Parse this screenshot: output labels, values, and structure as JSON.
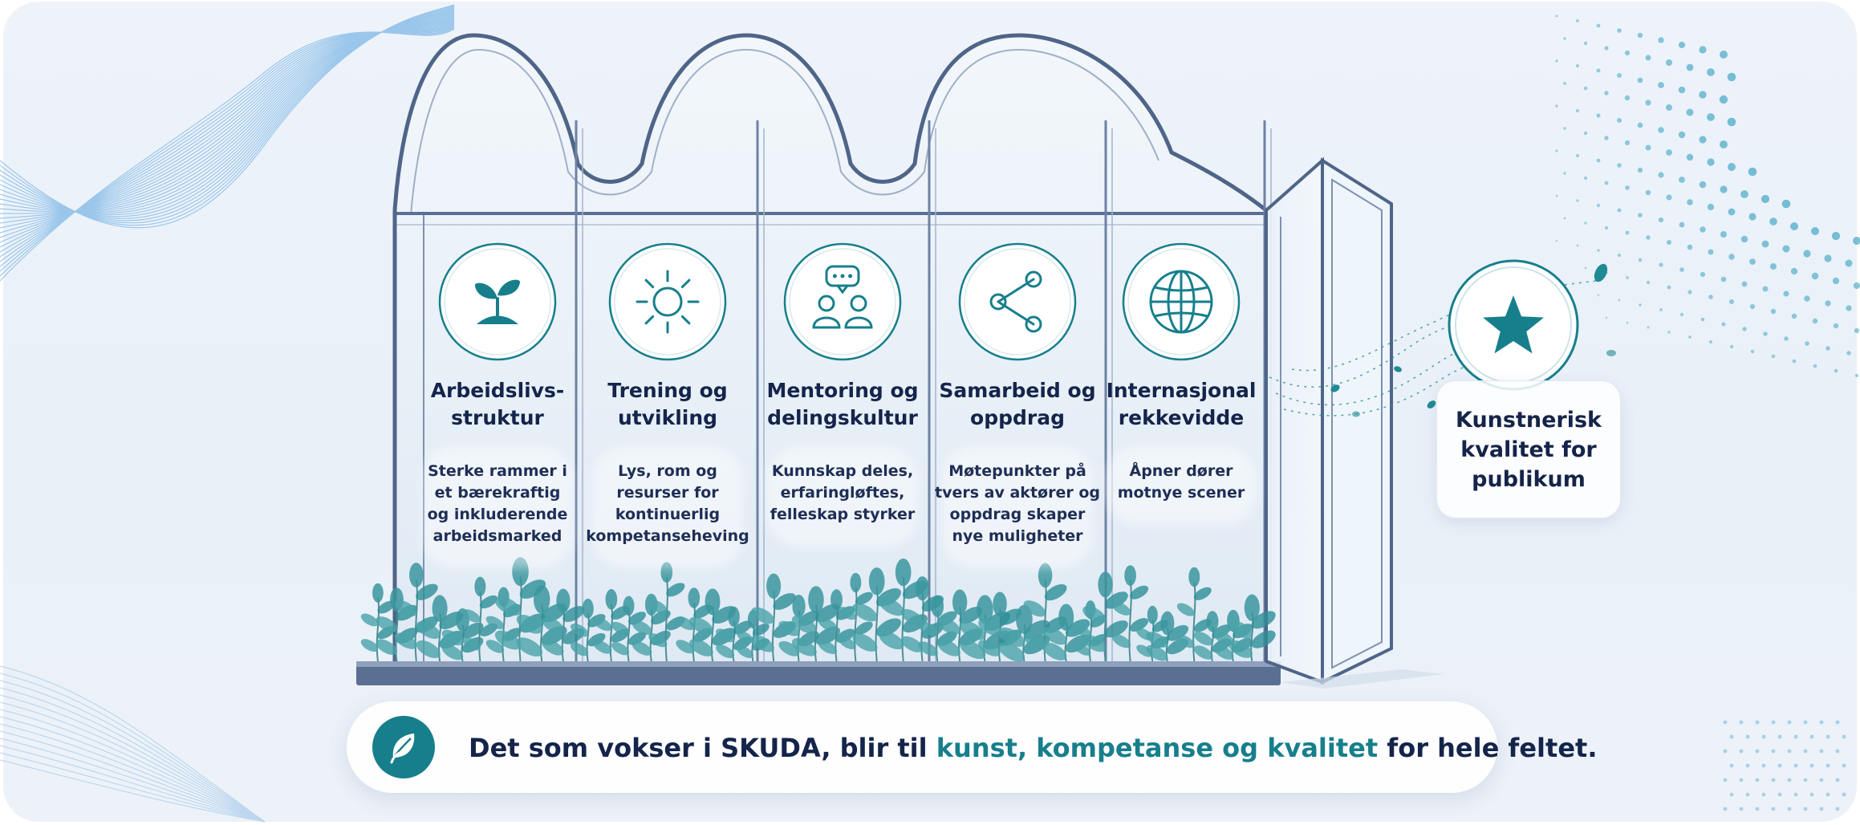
{
  "pillars": [
    {
      "title_line1": "Arbeidslivs-",
      "title_line2": "struktur",
      "desc": [
        "Sterke rammer i",
        "et bærekraftig",
        "og inkluderende",
        "arbeidsmarked"
      ],
      "icon": "sprout-icon"
    },
    {
      "title_line1": "Trening og",
      "title_line2": "utvikling",
      "desc": [
        "Lys, rom og",
        "resurser for",
        "kontinuerlig",
        "kompetanseheving"
      ],
      "icon": "sun-icon"
    },
    {
      "title_line1": "Mentoring og",
      "title_line2": "delingskultur",
      "desc": [
        "Kunnskap deles,",
        "erfaringløftes,",
        "felleskap styrker"
      ],
      "icon": "people-chat-icon"
    },
    {
      "title_line1": "Samarbeid og",
      "title_line2": "oppdrag",
      "desc": [
        "Møtepunkter på",
        "tvers av aktører og",
        "oppdrag skaper",
        "nye muligheter"
      ],
      "icon": "share-network-icon"
    },
    {
      "title_line1": "Internasjonal",
      "title_line2": "rekkevidde",
      "desc": [
        "Åpner dører",
        "motnye scener"
      ],
      "icon": "globe-icon"
    }
  ],
  "outcome": {
    "lines": [
      "Kunstnerisk",
      "kvalitet for",
      "publikum"
    ],
    "icon": "star-icon"
  },
  "banner": {
    "text_before": "Det som vokser i SKUDA, blir til ",
    "text_highlight": "kunst, kompetanse og kvalitet",
    "text_after": " for hele feltet.",
    "icon": "leaf-icon"
  },
  "colors": {
    "teal": "#177f8c",
    "navy": "#14244a",
    "frame": "#5a6f92",
    "glass": "#dfe9f4"
  }
}
